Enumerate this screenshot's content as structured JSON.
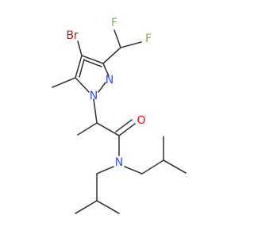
{
  "colors": {
    "bond": "#3a3a3a",
    "carbon": "#3a3a3a",
    "nitrogen": "#3050F8",
    "oxygen": "#FF0D0D",
    "bromine": "#A62929",
    "fluorine": "#7FB24C",
    "background": "#ffffff"
  },
  "atoms": {
    "br": "Br",
    "f1": "F",
    "f2": "F",
    "n1": "N",
    "n2": "N",
    "o": "O",
    "n_amide": "N"
  }
}
